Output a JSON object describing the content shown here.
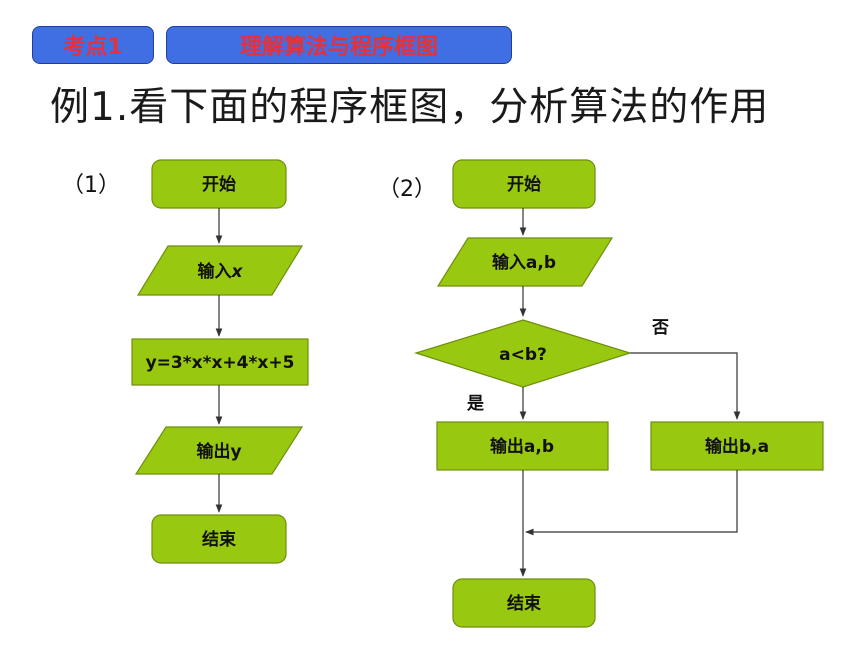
{
  "tags": {
    "point": "考点1",
    "topic": "理解算法与程序框图"
  },
  "heading": "例1.看下面的程序框图，分析算法的作用",
  "flow1": {
    "label": "（1）",
    "start": "开始",
    "input_prefix": "输入",
    "input_var": "x",
    "process": "y=3*x*x+4*x+5",
    "output": "输出y",
    "end": "结束"
  },
  "flow2": {
    "label": "（2）",
    "start": "开始",
    "input": "输入a,b",
    "decision": "a<b?",
    "yes": "是",
    "no": "否",
    "output_yes": "输出a,b",
    "output_no": "输出b,a",
    "end": "结束"
  },
  "colors": {
    "node_fill": "#99c811",
    "tag_fill": "#3f6fe3",
    "tag_text": "#e8303a"
  }
}
